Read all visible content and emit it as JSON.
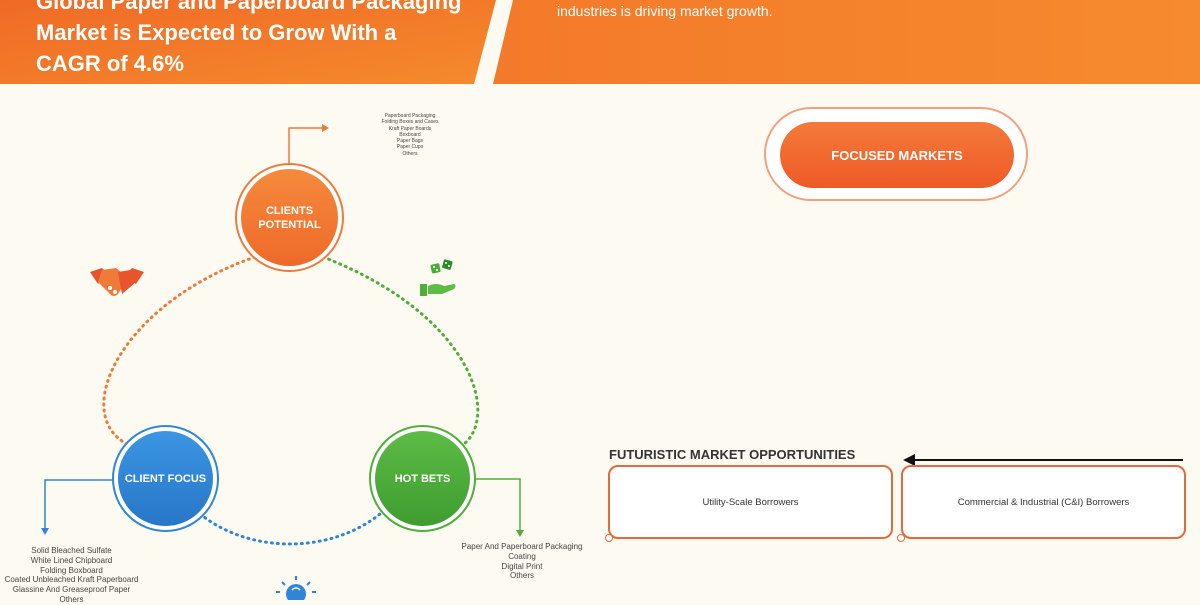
{
  "header": {
    "title_lines": [
      "Global Paper and Paperboard Packaging",
      "Market is Expected to Grow With a",
      "CAGR of 4.6%"
    ],
    "tagline": "industries is driving market growth."
  },
  "cycle": {
    "clients_potential": {
      "label_lines": [
        "CLIENTS",
        "POTENTIAL"
      ],
      "items": [
        "Paperboard Packaging",
        "Folding Boxes and Cases",
        "Kraft Paper Boards",
        "Boxboard",
        "Paper Bags",
        "Paper Cups",
        "Others"
      ]
    },
    "client_focus": {
      "label": "CLIENT FOCUS",
      "items": [
        "Solid Bleached Sulfate",
        "White Lined Chipboard",
        "Folding Boxboard",
        "Coated Unbleached Kraft Paperboard",
        "Glassine And Greaseproof Paper",
        "Others"
      ]
    },
    "hot_bets": {
      "label": "HOT BETS",
      "items": [
        "Paper And Paperboard Packaging",
        "Coating",
        "Digital Print",
        "Others"
      ]
    }
  },
  "focused_markets": {
    "label": "FOCUSED MARKETS"
  },
  "futuristic": {
    "title": "FUTURISTIC MARKET OPPORTUNITIES",
    "boxes": [
      "Utility-Scale Borrowers",
      "Commercial & Industrial (C&I) Borrowers"
    ]
  },
  "colors": {
    "orange": "#f2692a",
    "blue": "#2f86d6",
    "green": "#4fae3a",
    "background": "#fdfbf1"
  },
  "icons": [
    "handshake-icon",
    "dice-hand-icon",
    "lightbulb-icon"
  ]
}
